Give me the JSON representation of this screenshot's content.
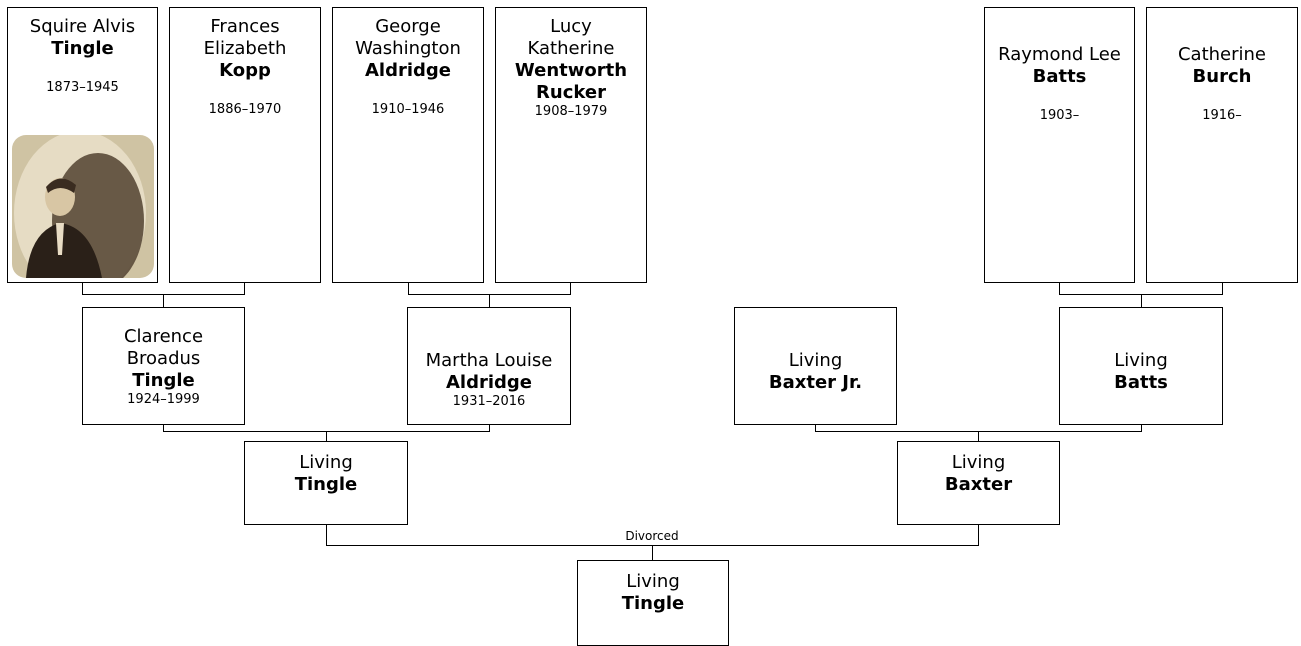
{
  "people": {
    "squire": {
      "given": "Squire Alvis",
      "surname": "Tingle",
      "dates": "1873–1945"
    },
    "frances": {
      "given_1": "Frances",
      "given_2": "Elizabeth",
      "surname": "Kopp",
      "dates": "1886–1970"
    },
    "george": {
      "given_1": "George",
      "given_2": "Washington",
      "surname": "Aldridge",
      "dates": "1910–1946"
    },
    "lucy": {
      "given_1": "Lucy",
      "given_2": "Katherine",
      "surname_1": "Wentworth",
      "surname_2": "Rucker",
      "dates": "1908–1979"
    },
    "raymond": {
      "given": "Raymond Lee",
      "surname": "Batts",
      "dates": "1903–"
    },
    "catherine": {
      "given": "Catherine",
      "surname": "Burch",
      "dates": "1916–"
    },
    "clarence": {
      "given_1": "Clarence",
      "given_2": "Broadus",
      "surname": "Tingle",
      "dates": "1924–1999"
    },
    "martha": {
      "given": "Martha Louise",
      "surname": "Aldridge",
      "dates": "1931–2016"
    },
    "living_baxter_jr": {
      "given": "Living",
      "surname": "Baxter Jr."
    },
    "living_batts": {
      "given": "Living",
      "surname": "Batts"
    },
    "living_tingle_parent": {
      "given": "Living",
      "surname": "Tingle"
    },
    "living_baxter": {
      "given": "Living",
      "surname": "Baxter"
    },
    "living_tingle_child": {
      "given": "Living",
      "surname": "Tingle"
    }
  },
  "relationship_label": "Divorced"
}
